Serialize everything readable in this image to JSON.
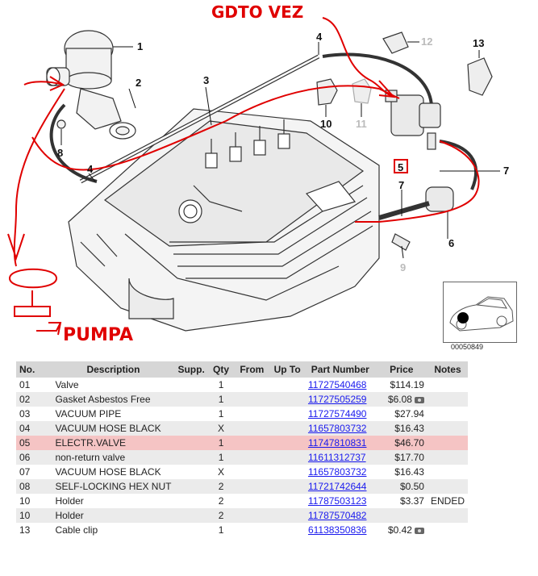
{
  "diagram": {
    "callouts": [
      "1",
      "2",
      "3",
      "4",
      "4",
      "5",
      "6",
      "7",
      "7",
      "8",
      "9",
      "10",
      "11",
      "12",
      "13"
    ],
    "annotation_top": "GDTO VEZ",
    "annotation_bottom": "PUMPA",
    "image_code": "00050849"
  },
  "table": {
    "headers": [
      "No.",
      "Description",
      "Supp.",
      "Qty",
      "From",
      "Up To",
      "Part Number",
      "Price",
      "Notes"
    ],
    "rows": [
      {
        "no": "01",
        "desc": "Valve",
        "supp": "",
        "qty": "1",
        "from": "",
        "upto": "",
        "part": "11727540468",
        "price": "$114.19",
        "notes": "",
        "cam": false
      },
      {
        "no": "02",
        "desc": "Gasket Asbestos Free",
        "supp": "",
        "qty": "1",
        "from": "",
        "upto": "",
        "part": "11727505259",
        "price": "$6.08",
        "notes": "",
        "cam": true
      },
      {
        "no": "03",
        "desc": "VACUUM PIPE",
        "supp": "",
        "qty": "1",
        "from": "",
        "upto": "",
        "part": "11727574490",
        "price": "$27.94",
        "notes": "",
        "cam": false
      },
      {
        "no": "04",
        "desc": "VACUUM HOSE BLACK",
        "supp": "",
        "qty": "X",
        "from": "",
        "upto": "",
        "part": "11657803732",
        "price": "$16.43",
        "notes": "",
        "cam": false
      },
      {
        "no": "05",
        "desc": "ELECTR.VALVE",
        "supp": "",
        "qty": "1",
        "from": "",
        "upto": "",
        "part": "11747810831",
        "price": "$46.70",
        "notes": "",
        "cam": false
      },
      {
        "no": "06",
        "desc": "non-return valve",
        "supp": "",
        "qty": "1",
        "from": "",
        "upto": "",
        "part": "11611312737",
        "price": "$17.70",
        "notes": "",
        "cam": false
      },
      {
        "no": "07",
        "desc": "VACUUM HOSE BLACK",
        "supp": "",
        "qty": "X",
        "from": "",
        "upto": "",
        "part": "11657803732",
        "price": "$16.43",
        "notes": "",
        "cam": false
      },
      {
        "no": "08",
        "desc": "SELF-LOCKING HEX NUT",
        "supp": "",
        "qty": "2",
        "from": "",
        "upto": "",
        "part": "11721742644",
        "price": "$0.50",
        "notes": "",
        "cam": false
      },
      {
        "no": "10",
        "desc": "Holder",
        "supp": "",
        "qty": "2",
        "from": "",
        "upto": "",
        "part": "11787503123",
        "price": "$3.37",
        "notes": "ENDED",
        "cam": false
      },
      {
        "no": "10",
        "desc": "Holder",
        "supp": "",
        "qty": "2",
        "from": "",
        "upto": "",
        "part": "11787570482",
        "price": "",
        "notes": "",
        "cam": false
      },
      {
        "no": "13",
        "desc": "Cable clip",
        "supp": "",
        "qty": "1",
        "from": "",
        "upto": "",
        "part": "61138350836",
        "price": "$0.42",
        "notes": "",
        "cam": true
      }
    ]
  }
}
